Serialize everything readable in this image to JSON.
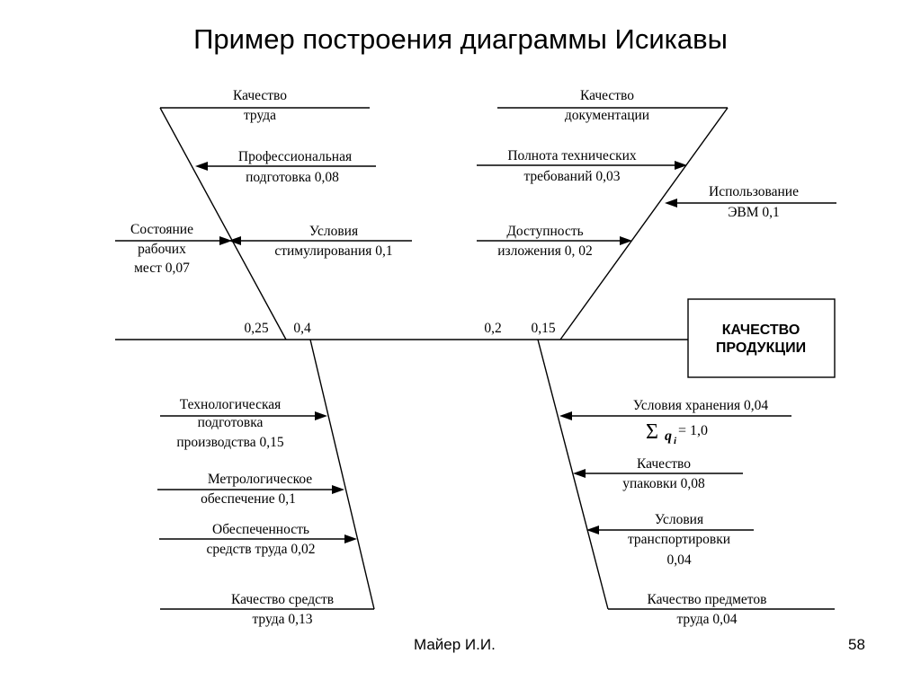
{
  "title": "Пример построения диаграммы Исикавы",
  "effect": {
    "line1": "КАЧЕСТВО",
    "line2": "ПРОДУКЦИИ"
  },
  "spine_weights": {
    "w1": "0,25",
    "w2": "0,4",
    "w3": "0,2",
    "w4": "0,15"
  },
  "upper_left": {
    "label": [
      "Качество",
      "труда"
    ],
    "causes": [
      {
        "lines": [
          "Профессиональная",
          "подготовка 0,08"
        ]
      },
      {
        "lines": [
          "Условия",
          "стимулирования 0,1"
        ]
      },
      {
        "lines": [
          "Состояние",
          "рабочих",
          "мест 0,07"
        ]
      }
    ]
  },
  "upper_right": {
    "label": [
      "Качество",
      "документации"
    ],
    "causes": [
      {
        "lines": [
          "Полнота технических",
          "требований 0,03"
        ]
      },
      {
        "lines": [
          "Использование",
          "ЭВМ 0,1"
        ]
      },
      {
        "lines": [
          "Доступность",
          "изложения 0, 02"
        ]
      }
    ]
  },
  "lower_left": {
    "causes": [
      {
        "lines": [
          "Технологическая",
          "подготовка",
          "производства 0,15"
        ]
      },
      {
        "lines": [
          "Метрологическое",
          "обеспечение 0,1"
        ]
      },
      {
        "lines": [
          "Обеспеченность",
          "средств труда 0,02"
        ]
      }
    ],
    "label": [
      "Качество средств",
      "труда 0,13"
    ]
  },
  "lower_right": {
    "causes": [
      {
        "lines": [
          "Условия хранения 0,04"
        ]
      },
      {
        "lines": [
          "Качество",
          "упаковки 0,08"
        ]
      },
      {
        "lines": [
          "Условия",
          "транспортировки",
          "0,04"
        ]
      }
    ],
    "label": [
      "Качество предметов",
      "труда 0,04"
    ]
  },
  "sum_formula": {
    "sigma": "Σ",
    "q": "q",
    "i": "i",
    "rest": " = 1,0"
  },
  "footer": {
    "author": "Майер И.И.",
    "page": "58"
  }
}
